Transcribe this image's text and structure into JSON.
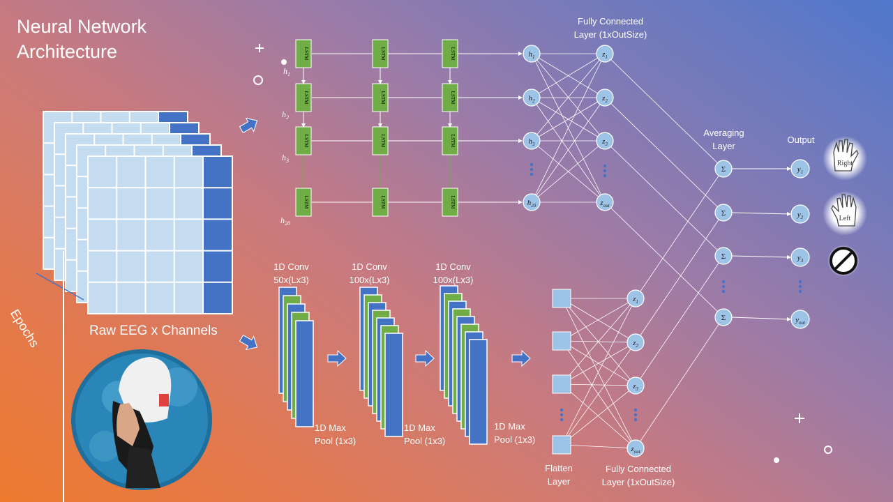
{
  "title": {
    "line1": "Neural Network",
    "line2": "Architecture"
  },
  "input": {
    "epochs": "Epochs",
    "caption": "Raw EEG x Channels"
  },
  "lstm": {
    "cell_label": "LSTM",
    "hidden_labels": [
      "h1",
      "h2",
      "h3",
      "h20"
    ],
    "row_outputs": [
      "h1",
      "h2",
      "h3",
      "h20"
    ]
  },
  "conv": {
    "blocks": [
      {
        "line1": "1D Conv",
        "line2": "50x(Lx3)"
      },
      {
        "line1": "1D Conv",
        "line2": "100x(Lx3)"
      },
      {
        "line1": "1D Conv",
        "line2": "100x(Lx3)"
      }
    ],
    "pools": [
      {
        "line1": "1D Max",
        "line2": "Pool (1x3)"
      },
      {
        "line1": "1D Max",
        "line2": "Pool (1x3)"
      },
      {
        "line1": "1D Max",
        "line2": "Pool (1x3)"
      }
    ],
    "flatten": {
      "line1": "Flatten",
      "line2": "Layer"
    }
  },
  "fc_top": {
    "line1": "Fully Connected",
    "line2": "Layer (1xOutSize)",
    "nodes": [
      "z1",
      "z2",
      "z3",
      "zout"
    ]
  },
  "fc_bottom": {
    "line1": "Fully Connected",
    "line2": "Layer (1xOutSize)",
    "nodes": [
      "z1",
      "z2",
      "z3",
      "zout"
    ]
  },
  "averaging": {
    "line1": "Averaging",
    "line2": "Layer",
    "symbol": "Σ"
  },
  "output": {
    "title": "Output",
    "nodes": [
      "y1",
      "y2",
      "y3",
      "yout"
    ],
    "classes": [
      "Right",
      "Left"
    ]
  },
  "icons": [
    "plus-icon",
    "circle-icon",
    "dot-icon",
    "hand-icon",
    "no-sign-icon",
    "arrow-icon",
    "person-photo"
  ],
  "colors": {
    "lstm": "#70ad47",
    "conv_blue": "#4472c4",
    "node": "#9dc3e6",
    "grid_light": "#c5dcf0",
    "grid_dark": "#4472c4"
  }
}
